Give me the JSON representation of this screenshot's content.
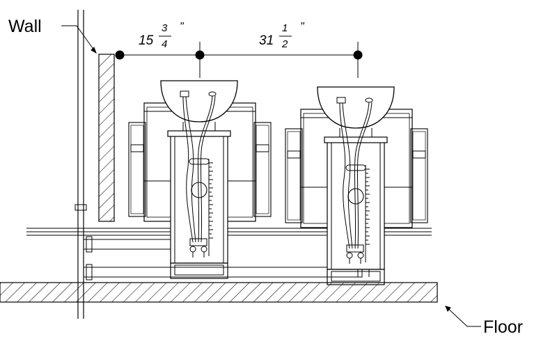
{
  "labels": {
    "wall": "Wall",
    "floor": "Floor"
  },
  "dimensions": {
    "first": {
      "whole": "15",
      "numerator": "3",
      "denominator": "4",
      "unit": "\""
    },
    "second": {
      "whole": "31",
      "numerator": "1",
      "denominator": "2",
      "unit": "\""
    }
  },
  "colors": {
    "line": "#000000",
    "background": "#ffffff"
  }
}
